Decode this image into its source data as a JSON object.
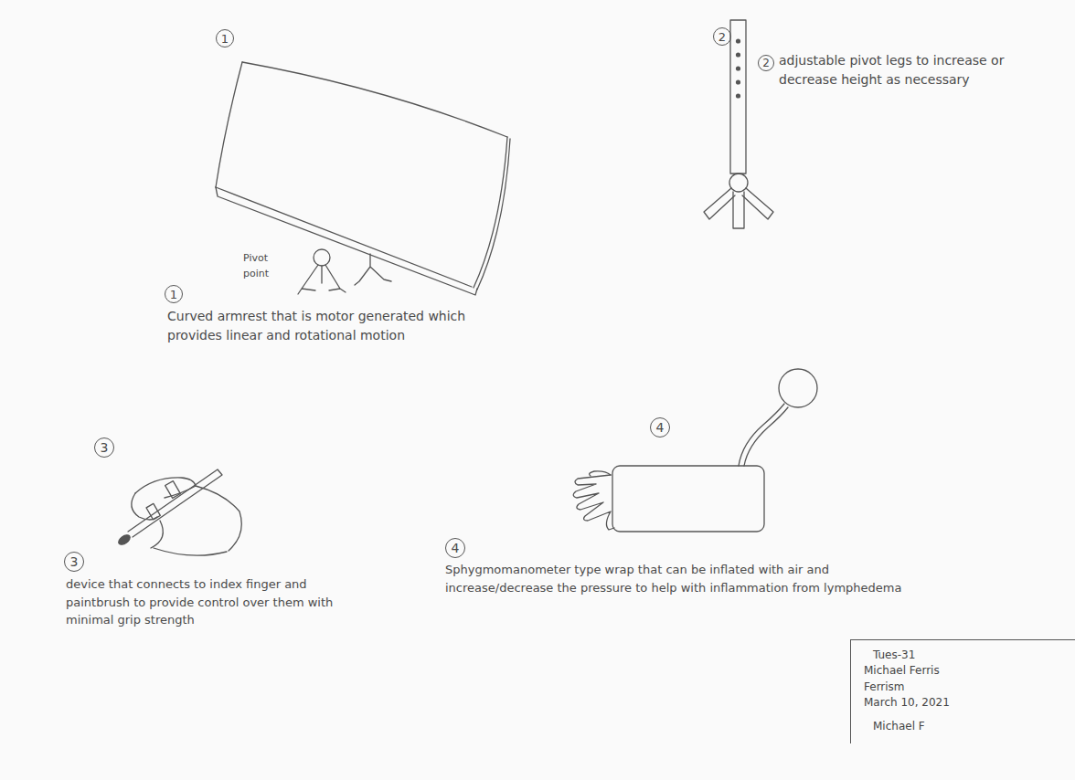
{
  "diagram": {
    "nodes": [
      {
        "text": [
          "Tues-31",
          "Michael Ferris",
          "Ferrism",
          "March 10, 2021",
          "Michael F"
        ]
      }
    ],
    "labels": [
      "1",
      "2",
      "Pivot point",
      "2",
      "adjustable pivot legs to increase or decrease height as necessary",
      "1",
      "Curved armrest that is motor generated which provides linear and rotational motion",
      "3",
      "4",
      "3",
      "device that connects to index finger and paintbrush to provide control over them with minimal grip strength",
      "4",
      "Sphygmomanometer type wrap that can be inflated with air and increase/decrease the pressure to help with inflammation from lymphedema"
    ]
  }
}
